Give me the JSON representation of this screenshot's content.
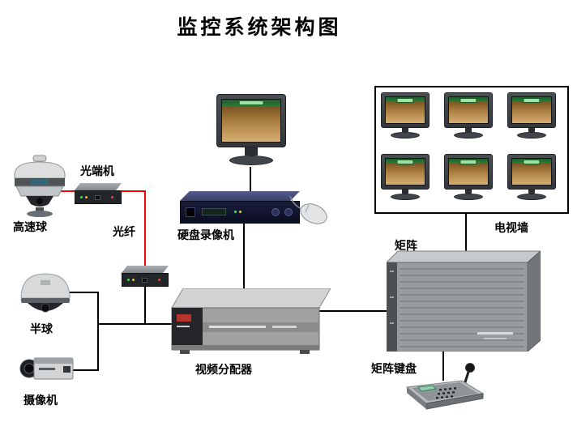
{
  "title": "监控系统架构图",
  "labels": {
    "speed_dome": "高速球",
    "optical_transceiver": "光端机",
    "optical_fiber": "光纤",
    "dvr": "硬盘录像机",
    "tv_wall": "电视墙",
    "matrix": "矩阵",
    "half_dome": "半球",
    "video_distributor": "视频分配器",
    "box_camera": "摄像机",
    "matrix_keyboard": "矩阵键盘"
  },
  "connections": [
    {
      "from": "speed_dome",
      "to": "optical_transceiver",
      "type": "fiber",
      "color": "#ff0000"
    },
    {
      "from": "optical_transceiver",
      "to": "optical_transceiver_lower",
      "type": "fiber",
      "color": "#ff0000",
      "label": "光纤"
    },
    {
      "from": "optical_transceiver_lower",
      "to": "video_distributor",
      "type": "video",
      "color": "#000000"
    },
    {
      "from": "half_dome",
      "to": "video_distributor",
      "type": "video",
      "color": "#000000"
    },
    {
      "from": "box_camera",
      "to": "video_distributor",
      "type": "video",
      "color": "#000000"
    },
    {
      "from": "monitor",
      "to": "dvr",
      "type": "video",
      "color": "#000000"
    },
    {
      "from": "dvr",
      "to": "video_distributor",
      "type": "video",
      "color": "#000000"
    },
    {
      "from": "video_distributor",
      "to": "matrix",
      "type": "video",
      "color": "#000000"
    },
    {
      "from": "matrix",
      "to": "tv_wall",
      "type": "video",
      "color": "#000000"
    },
    {
      "from": "matrix",
      "to": "matrix_keyboard",
      "type": "video",
      "color": "#000000"
    }
  ],
  "colors": {
    "fiber_line": "#ff0000",
    "video_line": "#000000",
    "background": "#ffffff"
  },
  "tv_wall_grid": {
    "monitor_count": 6,
    "rows": 2,
    "cols": 3
  }
}
